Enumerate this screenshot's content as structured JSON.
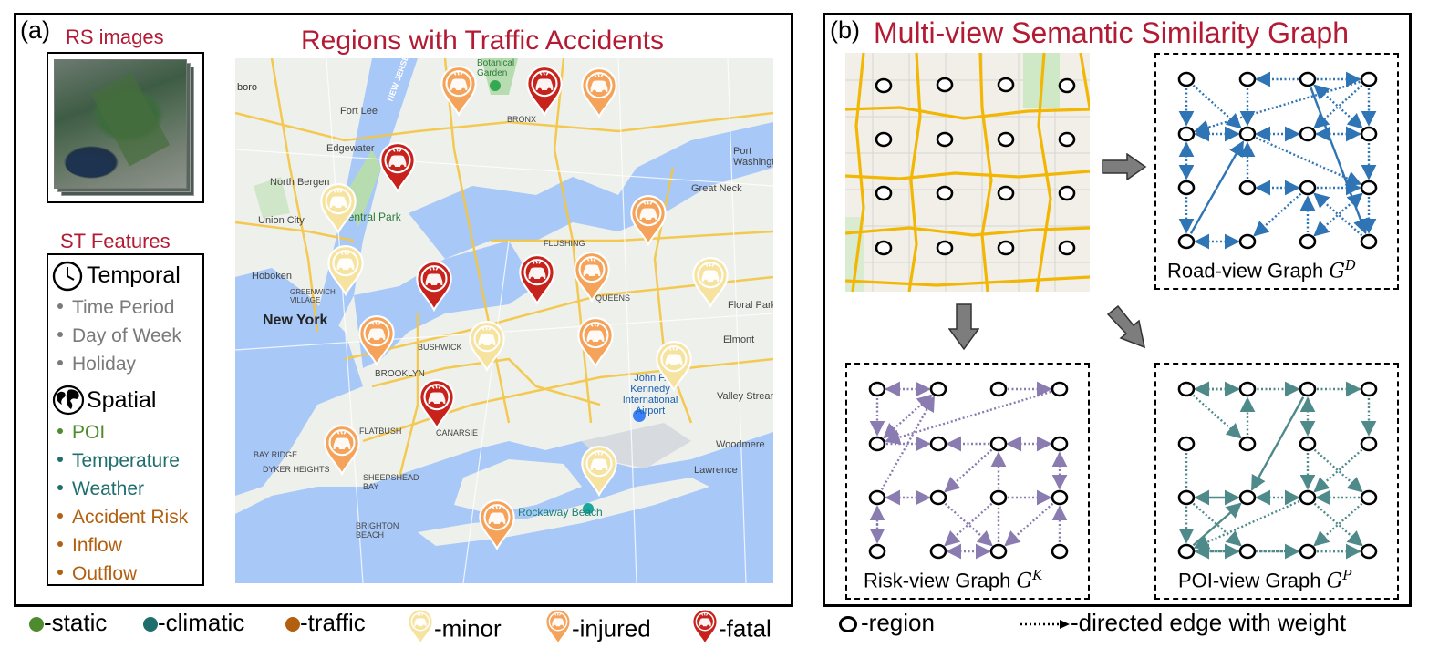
{
  "panel_a": {
    "tag": "(a)",
    "rs_title": "RS images",
    "map_title": "Regions with Traffic Accidents",
    "st_title": "ST Features",
    "temporal": {
      "heading": "Temporal",
      "items": [
        "Time Period",
        "Day of Week",
        "Holiday"
      ],
      "color": "#7a7a7a"
    },
    "spatial": {
      "heading": "Spatial",
      "items": [
        {
          "label": "POI",
          "color": "#4e8a2e"
        },
        {
          "label": "Temperature",
          "color": "#1f6e6e"
        },
        {
          "label": "Weather",
          "color": "#1f6e6e"
        },
        {
          "label": "Accident Risk",
          "color": "#b35f10"
        },
        {
          "label": "Inflow",
          "color": "#b35f10"
        },
        {
          "label": "Outflow",
          "color": "#b35f10"
        }
      ]
    },
    "map_labels": {
      "new_york": "New York",
      "fort_lee": "Fort Lee",
      "edgewater": "Edgewater",
      "north_bergen": "North Bergen",
      "union_city": "Union City",
      "hoboken": "Hoboken",
      "greenwich": "GREENWICH VILLAGE",
      "central_park": "Central Park",
      "bronx": "BRONX",
      "botanical": "Botanical Garden",
      "flushing": "FLUSHING",
      "queens": "QUEENS",
      "bushwick": "BUSHWICK",
      "brooklyn": "BROOKLYN",
      "flatbush": "FLATBUSH",
      "canarsie": "CANARSIE",
      "bay_ridge": "BAY RIDGE",
      "dyker": "DYKER HEIGHTS",
      "sheepshead": "SHEEPSHEAD BAY",
      "brighton": "BRIGHTON BEACH",
      "rockaway": "Rockaway Beach",
      "jfk": "John F. Kennedy International Airport",
      "great_neck": "Great Neck",
      "port_wash": "Port Washington",
      "floral_park": "Floral Park",
      "elmont": "Elmont",
      "valley_stream": "Valley Stream",
      "woodmere": "Woodmere",
      "lawrence": "Lawrence",
      "new_jersey": "NEW JERSEY",
      "boro": "boro"
    },
    "markers": [
      {
        "severity": "injured"
      },
      {
        "severity": "fatal"
      },
      {
        "severity": "injured"
      },
      {
        "severity": "fatal"
      },
      {
        "severity": "minor"
      },
      {
        "severity": "injured"
      },
      {
        "severity": "minor"
      },
      {
        "severity": "fatal"
      },
      {
        "severity": "fatal"
      },
      {
        "severity": "injured"
      },
      {
        "severity": "minor"
      },
      {
        "severity": "injured"
      },
      {
        "severity": "minor"
      },
      {
        "severity": "injured"
      },
      {
        "severity": "minor"
      },
      {
        "severity": "fatal"
      },
      {
        "severity": "injured"
      },
      {
        "severity": "minor"
      },
      {
        "severity": "injured"
      }
    ],
    "severity_colors": {
      "minor": "#f7e3a0",
      "injured": "#f5a35a",
      "fatal": "#c8221c"
    }
  },
  "panel_b": {
    "tag": "(b)",
    "title": "Multi-view Semantic Similarity Graph",
    "road_graph": {
      "caption": "Road-view Graph ",
      "symbol": "G",
      "sup": "D",
      "edge_color": "#2f74b5"
    },
    "risk_graph": {
      "caption": "Risk-view Graph ",
      "symbol": "G",
      "sup": "K",
      "edge_color": "#8a7bb0"
    },
    "poi_graph": {
      "caption": "POI-view Graph ",
      "symbol": "G",
      "sup": "P",
      "edge_color": "#4f8a8a"
    }
  },
  "legend": {
    "static": "-static",
    "climatic": "-climatic",
    "traffic": "-traffic",
    "minor": "-minor",
    "injured": "-injured",
    "fatal": "-fatal",
    "region": "-region",
    "edge": "-directed edge with weight",
    "static_color": "#4e8a2e",
    "climatic_color": "#1f6e6e",
    "traffic_color": "#b35f10"
  }
}
